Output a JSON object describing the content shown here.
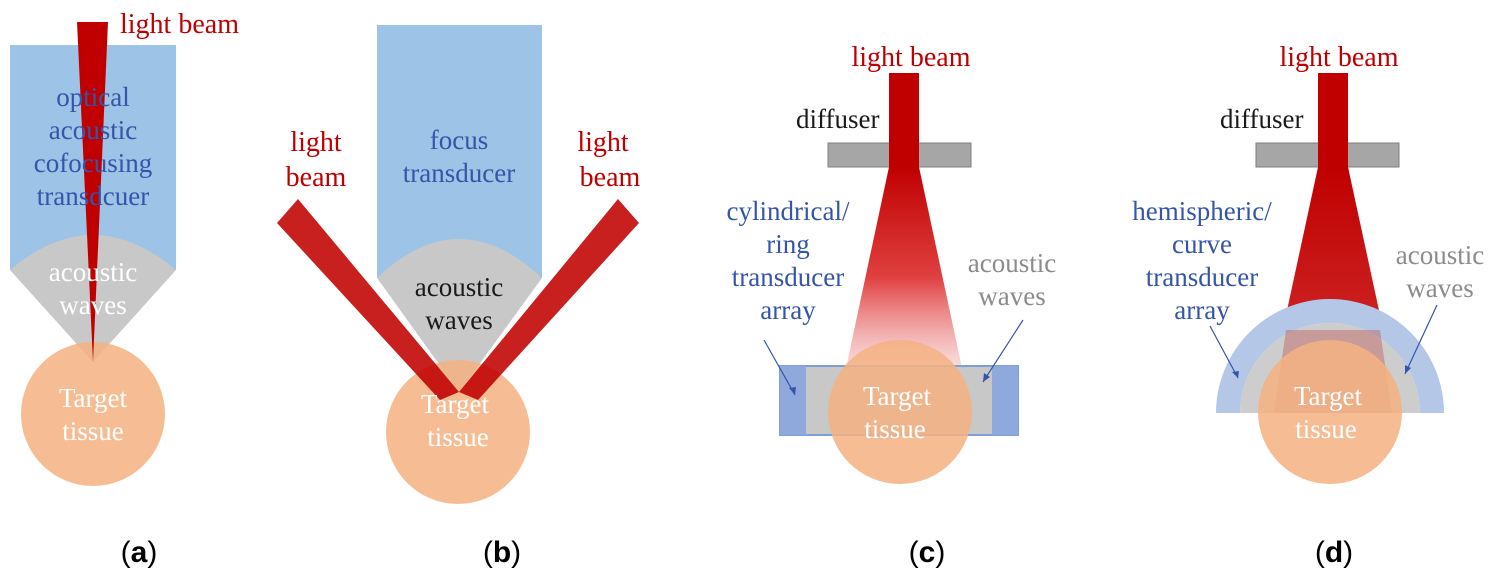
{
  "panels": {
    "a": {
      "label_letter": "a",
      "light_beam": "light beam",
      "transducer": [
        "optical",
        "acoustic",
        "cofocusing",
        "transdcuer"
      ],
      "waves": [
        "acoustic",
        "waves"
      ],
      "target": [
        "Target",
        "tissue"
      ]
    },
    "b": {
      "label_letter": "b",
      "light_beam_left": [
        "light",
        "beam"
      ],
      "light_beam_right": [
        "light",
        "beam"
      ],
      "transducer": [
        "focus",
        "transducer"
      ],
      "waves": [
        "acoustic",
        "waves"
      ],
      "target": [
        "Target",
        "tissue"
      ]
    },
    "c": {
      "label_letter": "c",
      "light_beam": "light beam",
      "diffuser": "diffuser",
      "transducer": [
        "cylindrical/",
        "ring",
        "transducer",
        "array"
      ],
      "waves": [
        "acoustic",
        "waves"
      ],
      "target": [
        "Target",
        "tissue"
      ]
    },
    "d": {
      "label_letter": "d",
      "light_beam": "light beam",
      "diffuser": "diffuser",
      "transducer": [
        "hemispheric/",
        "curve",
        "transducer",
        "array"
      ],
      "waves": [
        "acoustic",
        "waves"
      ],
      "target": [
        "Target",
        "tissue"
      ]
    }
  },
  "colors": {
    "beam": "#c00000",
    "transducer": "#9dc3e6",
    "waves": "#c8c8c8",
    "tissue": "#f4b183",
    "label_blue": "#3555a8",
    "diffuser": "#a6a6a6"
  }
}
